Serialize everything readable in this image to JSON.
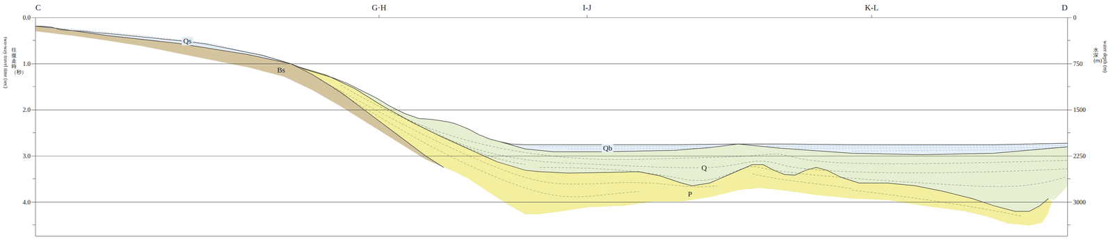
{
  "diagram": {
    "labels": [
      "C",
      "G·H",
      "I-J",
      "K-L",
      "D",
      "0.0",
      "1.0",
      "2.0",
      "3.0",
      "4.0",
      "two-way travel time (sec)",
      "往復走時（秒）",
      "0",
      "750",
      "1500",
      "2250",
      "3000",
      "水深 (m)",
      "water depth (m)",
      "Qs",
      "Bs",
      "Qb",
      "Q",
      "P"
    ]
  }
}
